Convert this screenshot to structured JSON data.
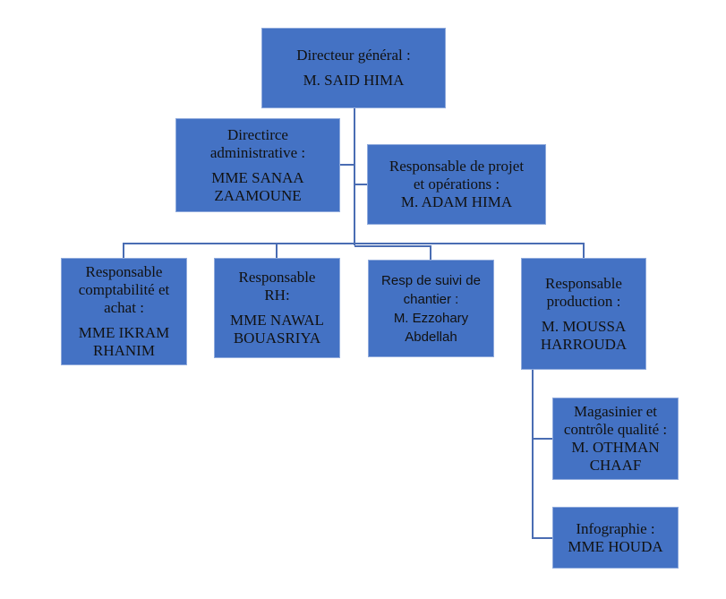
{
  "chart": {
    "line_color": "#4a6db3",
    "box_color": "#4472C4",
    "nodes": {
      "ceo": {
        "title": "Directeur général :",
        "name": "M. SAID HIMA"
      },
      "admin": {
        "title_1": "Directirce",
        "title_2": "administrative :",
        "name_1": "MME SANAA",
        "name_2": "ZAAMOUNE"
      },
      "projet": {
        "title_1": "Responsable de projet",
        "title_2": "et opérations :",
        "name": "M. ADAM HIMA"
      },
      "compta": {
        "title_1": "Responsable",
        "title_2": "comptabilité et",
        "title_3": "achat  :",
        "name_1": "MME IKRAM",
        "name_2": "RHANIM"
      },
      "rh": {
        "title_1": "Responsable",
        "title_2": "RH:",
        "name_1": "MME NAWAL",
        "name_2": "BOUASRIYA"
      },
      "suivi": {
        "title_1": "Resp de suivi de",
        "title_2": "chantier :",
        "name_1": "M. Ezzohary",
        "name_2": "Abdellah"
      },
      "production": {
        "title_1": "Responsable",
        "title_2": "production :",
        "name_1": "M.  MOUSSA",
        "name_2": "HARROUDA"
      },
      "magasinier": {
        "title_1": "Magasinier et",
        "title_2": "contrôle qualité :",
        "name_1": "M. OTHMAN",
        "name_2": "CHAAF"
      },
      "infographie": {
        "title": "Infographie :",
        "name": "MME HOUDA"
      }
    }
  }
}
